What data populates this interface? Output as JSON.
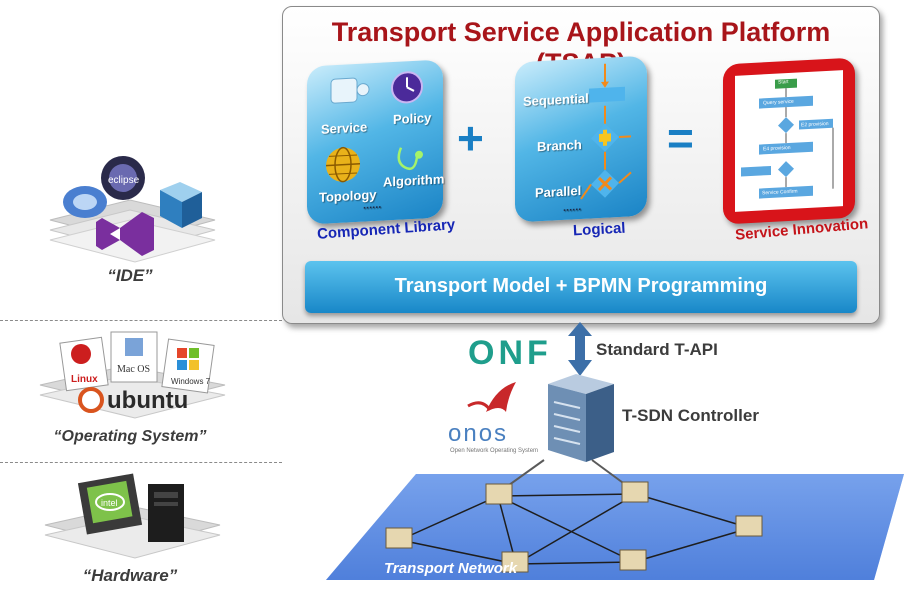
{
  "platform": {
    "title": "Transport Service Application Platform (TSAP)",
    "component_library": {
      "items": [
        "Service",
        "Policy",
        "Topology",
        "Algorithm"
      ],
      "dots": "......",
      "caption": "Component Library"
    },
    "logical": {
      "items": [
        "Sequential",
        "Branch",
        "Parallel"
      ],
      "dots": "......",
      "caption": "Logical"
    },
    "plus": "+",
    "equals": "=",
    "service_innovation": {
      "caption": "Service Innovation",
      "flow": [
        "Start",
        "Query service",
        "E2 provision",
        "E4 provision",
        "Service Confirm"
      ]
    },
    "model_bar": "Transport Model + BPMN Programming"
  },
  "api": {
    "logo": "ONF",
    "label": "Standard T-API"
  },
  "controller": {
    "label": "T-SDN Controller",
    "onos_logo": "onos",
    "onos_tagline": "Open Network Operating System"
  },
  "network": {
    "label": "Transport Network"
  },
  "left": {
    "ide": {
      "label": "“IDE”",
      "logos": [
        "eclipse",
        "NetBeans"
      ]
    },
    "os": {
      "label": "“Operating System”",
      "logos": [
        "Linux",
        "Mac OS",
        "Windows 7",
        "ubuntu"
      ]
    },
    "hw": {
      "label": "“Hardware”",
      "logos": [
        "intel"
      ]
    }
  },
  "colors": {
    "title_red": "#a8151a",
    "blue": "#1a7fc4",
    "caption_blue": "#1626b5",
    "network_blue": "#5f8fe6"
  }
}
